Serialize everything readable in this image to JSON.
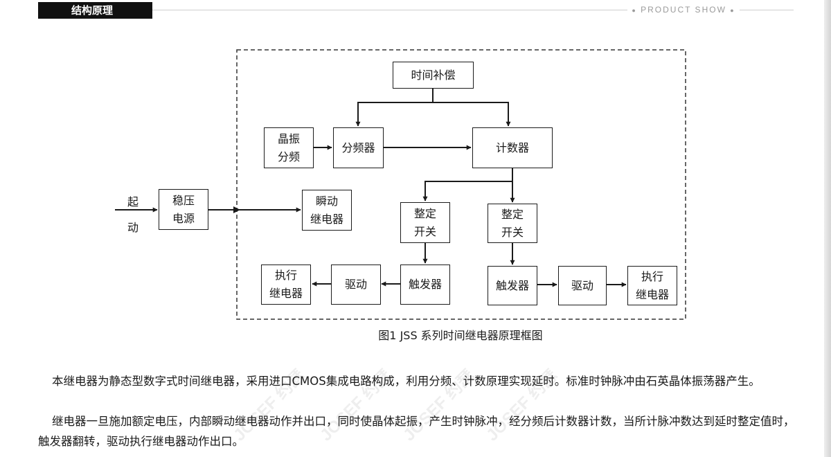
{
  "header": {
    "section_title": "结构原理",
    "product_show": "PRODUCT SHOW"
  },
  "diagram": {
    "blocks": {
      "time_comp": "时间补偿",
      "crystal": "晶振\n分频",
      "divider": "分频器",
      "counter": "计数器",
      "regulator": "稳压\n电源",
      "instant_relay": "瞬动\n继电器",
      "setting_switch_left": "整定\n开关",
      "setting_switch_right": "整定\n开关",
      "trigger_left": "触发器",
      "trigger_right": "触发器",
      "drive_left": "驱动",
      "drive_right": "驱动",
      "exec_relay_left": "执行\n继电器",
      "exec_relay_right": "执行\n继电器"
    },
    "start_label_top": "起",
    "start_label_bottom": "动",
    "caption": "图1 JSS 系列时间继电器原理框图"
  },
  "paragraphs": [
    "本继电器为静态型数字式时间继电器，采用进口CMOS集成电路构成，利用分频、计数原理实现延时。标准时钟脉冲由石英晶体振荡器产生。",
    "继电器一旦施加额定电压，内部瞬动继电器动作并出口，同时使晶体起振，产生时钟脉冲，经分频后计数器计数，当所计脉冲数达到延时整定值时，触发器翻转，驱动执行继电器动作出口。"
  ],
  "watermark_text": "JOSEF 约瑟"
}
